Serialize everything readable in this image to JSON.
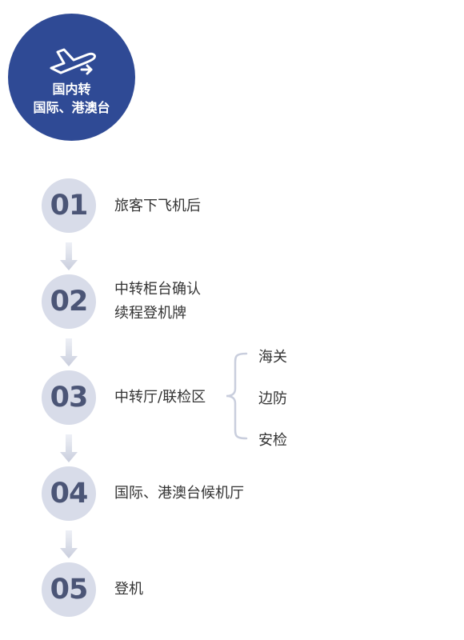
{
  "badge": {
    "line1": "国内转",
    "line2": "国际、港澳台"
  },
  "steps": [
    {
      "num": "01",
      "lines": [
        "旅客下飞机后"
      ]
    },
    {
      "num": "02",
      "lines": [
        "中转柜台确认",
        "续程登机牌"
      ]
    },
    {
      "num": "03",
      "lines": [
        "中转厅/联检区"
      ]
    },
    {
      "num": "04",
      "lines": [
        "国际、港澳台候机厅"
      ]
    },
    {
      "num": "05",
      "lines": [
        "登机"
      ]
    }
  ],
  "branches": [
    "海关",
    "边防",
    "安检"
  ]
}
